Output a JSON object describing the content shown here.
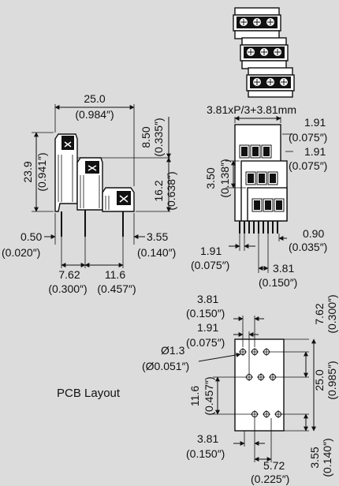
{
  "side_view": {
    "width_mm": "25.0",
    "width_in": "(0.984″)",
    "height_mm": "23.9",
    "height_in": "(0.941″)",
    "step_h_mm": "8.50",
    "step_h_in": "(0.335″)",
    "pin_h_mm": "16.2",
    "pin_h_in": "(0.638″)",
    "left_off_mm": "0.50",
    "left_off_in": "(0.020″)",
    "right_off_mm": "3.55",
    "right_off_in": "(0.140″)",
    "pitch1_mm": "7.62",
    "pitch1_in": "(0.300″)",
    "pitch2_mm": "11.6",
    "pitch2_in": "(0.457″)"
  },
  "front_view": {
    "formula": "3.81xP/3+3.81mm",
    "top1_mm": "1.91",
    "top1_in": "(0.075″)",
    "top2_mm": "1.91",
    "top2_in": "(0.075″)",
    "height_mm": "3.50",
    "height_in": "(0.138″)",
    "bl_mm": "1.91",
    "bl_in": "(0.075″)",
    "br_mm": "0.90",
    "br_in": "(0.035″)",
    "pitch_mm": "3.81",
    "pitch_in": "(0.150″)"
  },
  "pcb": {
    "label": "PCB Layout",
    "top1_mm": "3.81",
    "top1_in": "(0.150″)",
    "top2_mm": "1.91",
    "top2_in": "(0.075″)",
    "hole_mm": "Ø1.3",
    "hole_in": "(Ø0.051″)",
    "left_mm": "11.6",
    "left_in": "(0.457″)",
    "right_top_mm": "7.62",
    "right_top_in": "(0.300″)",
    "right_mm": "25.0",
    "right_in": "(0.985″)",
    "right_bot_mm": "3.55",
    "right_bot_in": "(0.140″)",
    "bot1_mm": "3.81",
    "bot1_in": "(0.150″)",
    "bot2_mm": "5.72",
    "bot2_in": "(0.225″)"
  }
}
